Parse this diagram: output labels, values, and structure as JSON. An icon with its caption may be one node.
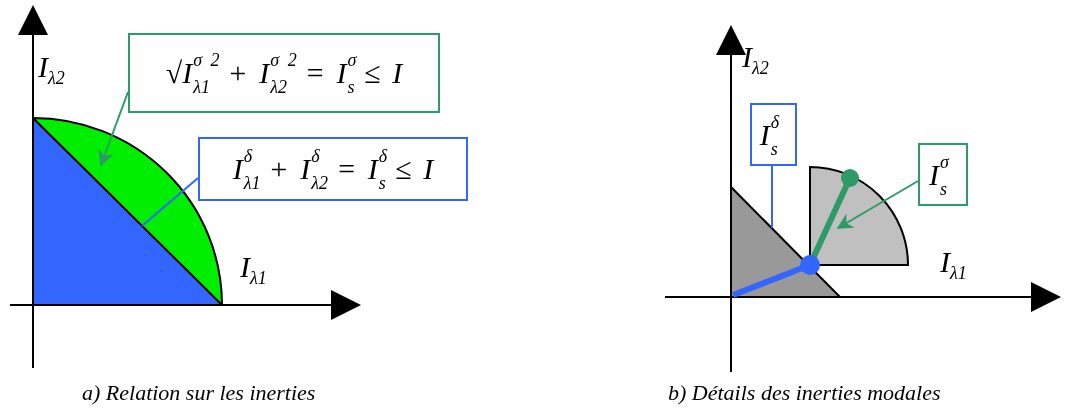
{
  "diagram": {
    "nodes": [
      {
        "text": [
          "√I$^{σ 2}$$_{λ1}$ + I$^{σ 2}$$_{λ2}$ = I$^{σ}$$_{s}$ ≤ I"
        ]
      },
      {
        "text": [],
        "shape": "sector"
      },
      {
        "text": [
          "I$^{δ}$$_{λ1}$ + I$^{δ}$$_{λ2}$ = I$^{δ}$$_{s}$ ≤ I"
        ]
      },
      {
        "text": [],
        "shape": "triangle"
      },
      {
        "text": [
          "I$^{δ}$$_{s}$"
        ]
      },
      {
        "text": [
          "I$^{σ}$$_{s}$"
        ]
      },
      {
        "text": [],
        "shape": "triangle"
      },
      {
        "text": [],
        "shape": "line"
      }
    ],
    "edges": [
      {
        "from": 0,
        "to": 1,
        "arrow": "to",
        "color": "#2e9a66"
      },
      {
        "from": 2,
        "to": 3,
        "arrow": "none",
        "color": "#3366ff"
      },
      {
        "from": 4,
        "to": 6,
        "arrow": "none",
        "color": "#3366ff"
      },
      {
        "from": 5,
        "to": 7,
        "arrow": "to",
        "color": "#2e9a66"
      }
    ],
    "labels": [
      "I$_{λ2}$",
      "I$_{λ1}$",
      "I$_{λ2}$",
      "I$_{λ1}$",
      "a) Relation sur les inerties",
      "b) Détails des inerties modales"
    ]
  }
}
